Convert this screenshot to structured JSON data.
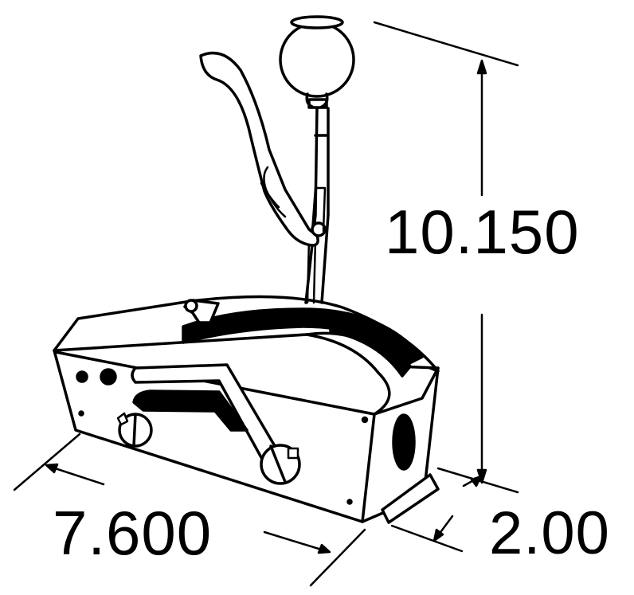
{
  "figure": {
    "subject": "shifter assembly line drawing",
    "line_color": "#000000",
    "background": "#ffffff"
  },
  "dimensions": {
    "height": {
      "label": "10.150"
    },
    "length": {
      "label": "7.600"
    },
    "width": {
      "label": "2.00"
    }
  }
}
